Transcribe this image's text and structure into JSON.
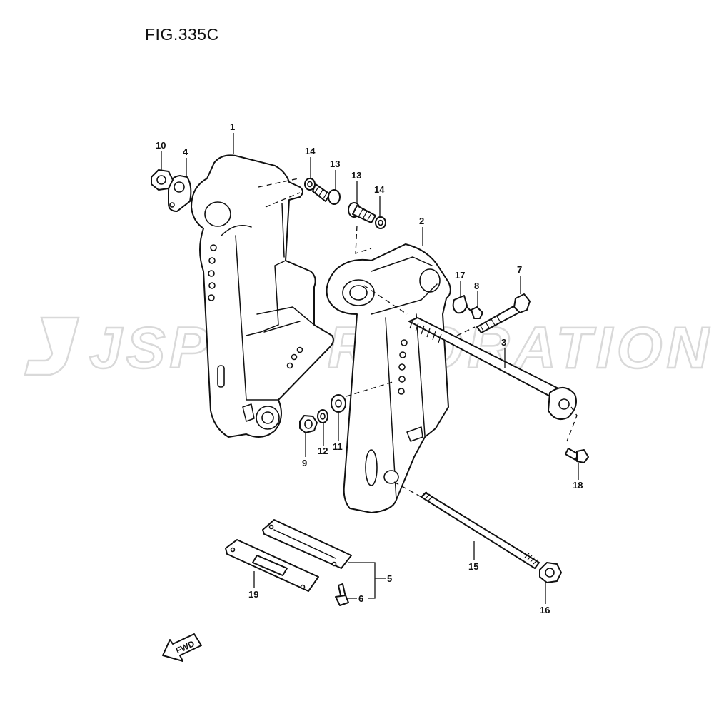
{
  "figure": {
    "title": "FIG.335C"
  },
  "watermark": {
    "text": "JSP CORPORATION"
  },
  "direction_marker": {
    "label": "FWD"
  },
  "callouts": {
    "c1": "1",
    "c2": "2",
    "c3": "3",
    "c4": "4",
    "c5": "5",
    "c6": "6",
    "c7": "7",
    "c8": "8",
    "c9": "9",
    "c10": "10",
    "c11": "11",
    "c12": "12",
    "c13a": "13",
    "c13b": "13",
    "c14a": "14",
    "c14b": "14",
    "c15": "15",
    "c16": "16",
    "c17": "17",
    "c18": "18",
    "c19": "19"
  }
}
